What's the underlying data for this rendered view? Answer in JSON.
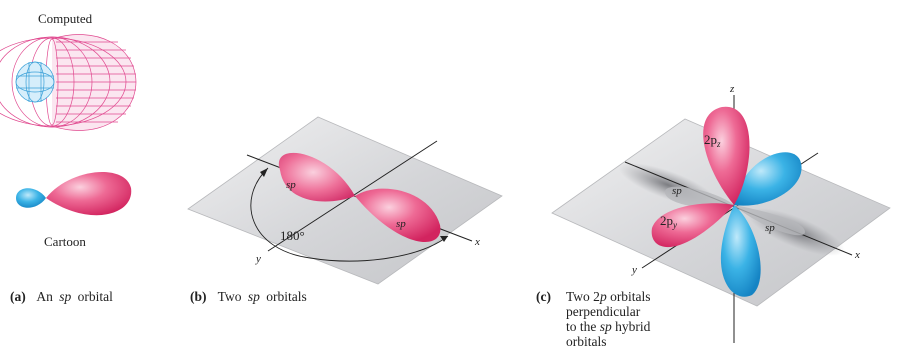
{
  "panel_a": {
    "label_top": "Computed",
    "label_bottom": "Cartoon",
    "caption_letter": "(a)",
    "caption_pre": "An",
    "caption_it": "sp",
    "caption_post": "orbital"
  },
  "panel_b": {
    "lobe_label_1": "sp",
    "lobe_label_2": "sp",
    "angle_label": "180°",
    "axis_x": "x",
    "axis_y": "y",
    "caption_letter": "(b)",
    "caption_pre": "Two",
    "caption_it": "sp",
    "caption_post": "orbitals"
  },
  "panel_c": {
    "axis_z": "z",
    "axis_x": "x",
    "axis_y": "y",
    "label_2pz": "2p",
    "label_2pz_sub": "z",
    "label_2py": "2p",
    "label_2py_sub": "y",
    "lobe_sp_1": "sp",
    "lobe_sp_2": "sp",
    "caption_letter": "(c)",
    "caption_line1_pre": "Two 2",
    "caption_line1_it": "p",
    "caption_line1_post": " orbitals",
    "caption_line2": "perpendicular",
    "caption_line3_pre": "to the ",
    "caption_line3_it": "sp",
    "caption_line3_post": " hybrid",
    "caption_line4": "orbitals"
  },
  "colors": {
    "pink": "#e8457a",
    "pink_light": "#f7a8c2",
    "blue": "#2aa4dc",
    "blue_light": "#8fd3f2",
    "plane": "#d9dadc",
    "grid_pink": "#e0498f",
    "grid_blue": "#3aa0d8"
  }
}
